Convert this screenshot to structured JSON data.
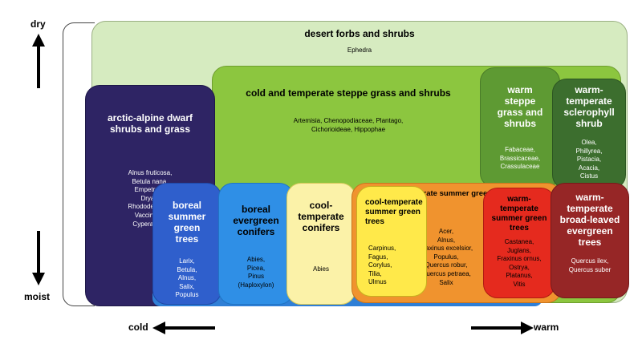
{
  "axis": {
    "top": "dry",
    "bottom": "moist",
    "left": "cold",
    "right": "warm"
  },
  "biomes": {
    "desert": {
      "title": "desert forbs and shrubs",
      "taxa": [
        "Ephedra"
      ],
      "color": "#d6ebc0"
    },
    "steppe": {
      "title": "cold and temperate steppe grass and shrubs",
      "taxa": [
        "Artemisia, Chenopodiaceae, Plantago,",
        "Cichorioideae, Hippophae"
      ],
      "color": "#8cc63f"
    },
    "warm_steppe": {
      "title": "warm steppe grass and shrubs",
      "taxa": [
        "Fabaceae,",
        "Brassicaceae,",
        "Crassulaceae"
      ],
      "color": "#5e9a33"
    },
    "sclerophyll": {
      "title": "warm-temperate sclerophyll shrub",
      "taxa": [
        "Olea,",
        "Phillyrea,",
        "Pistacia,",
        "Acacia,",
        "Cistus"
      ],
      "color": "#3c6e2e"
    },
    "arctic": {
      "title": "arctic-alpine dwarf shrubs and grass",
      "taxa": [
        "Alnus fruticosa,",
        "Betula nana,",
        "Empetrum,",
        "Dryas,",
        "Rhododendron,",
        "Vaccinium,",
        "Cyperaceae"
      ],
      "color": "#2e2464"
    },
    "boreal_summer": {
      "title": "boreal summer green trees",
      "taxa": [
        "Larix,",
        "Betula,",
        "Alnus,",
        "Salix,",
        "Populus"
      ],
      "color": "#2f5fcc"
    },
    "boreal_evergreen": {
      "title": "boreal evergreen conifers",
      "taxa": [
        "Abies,",
        "Picea,",
        "Pinus",
        "(Haploxylon)"
      ],
      "color": "#2f8fe6"
    },
    "cool_conifers": {
      "title": "cool-temperate conifers",
      "taxa": [
        "Abies"
      ],
      "color": "#fbf2a8"
    },
    "temperate_summer": {
      "title": "temperate summer green trees",
      "taxa": [
        "Acer,",
        "Alnus,",
        "Fraxinus excelsior,",
        "Populus,",
        "Quercus robur,",
        "Quercus petraea,",
        "Salix"
      ],
      "color": "#f0932e"
    },
    "cool_summer": {
      "title": "cool-temperate summer green trees",
      "taxa": [
        "Carpinus,",
        "Fagus,",
        "Corylus,",
        "Tilia,",
        "Ulmus"
      ],
      "color": "#ffe94a"
    },
    "warm_summer": {
      "title": "warm-temperate summer green trees",
      "taxa": [
        "Castanea,",
        "Juglans,",
        "Fraxinus ornus,",
        "Ostrya,",
        "Platanus,",
        "Vitis"
      ],
      "color": "#e52a1e"
    },
    "broadleaved": {
      "title": "warm-temperate broad-leaved evergreen trees",
      "taxa": [
        "Quercus ilex,",
        "Quercus suber"
      ],
      "color": "#962626"
    }
  }
}
